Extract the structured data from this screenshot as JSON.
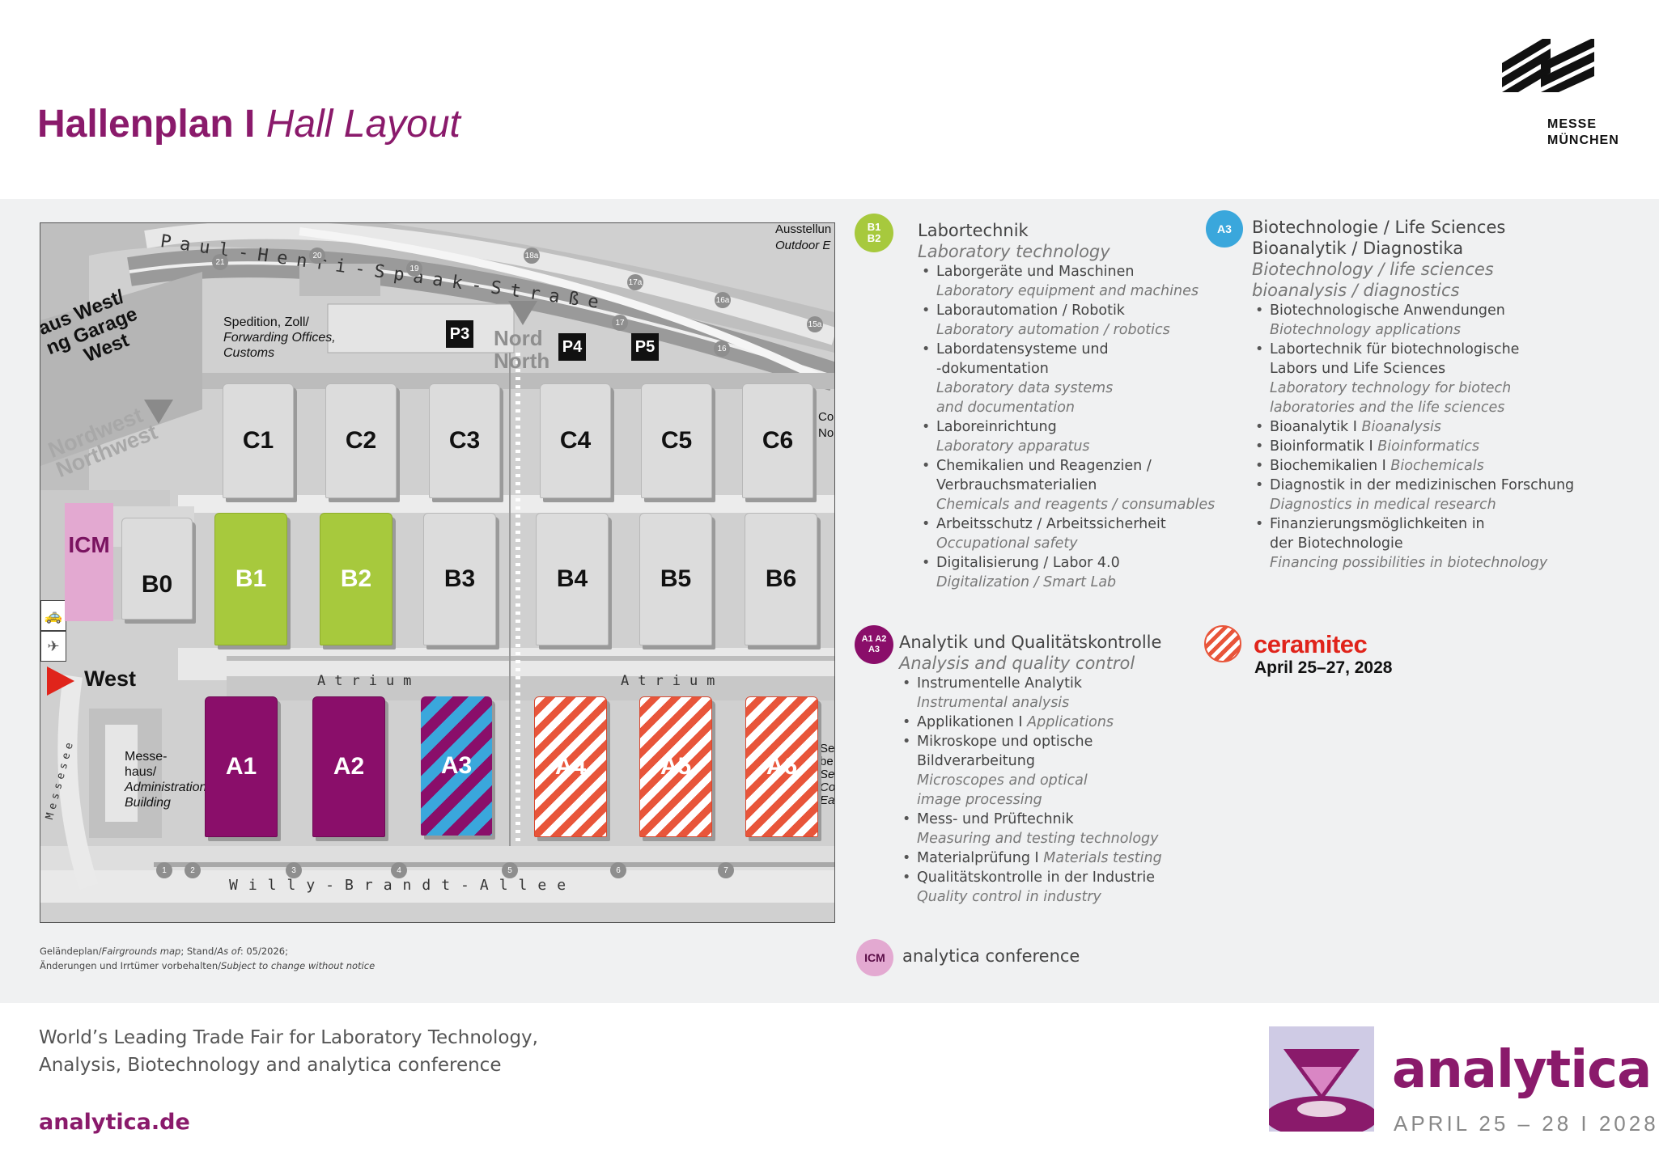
{
  "header": {
    "title_de": "Hallenplan",
    "title_sep": " I ",
    "title_en": "Hall Layout",
    "logo_line1": "MESSE",
    "logo_line2": "MÜNCHEN"
  },
  "map": {
    "streets": {
      "north": "Paul-Henri-Spaak-Straße",
      "south": "Willy-Brandt-Allee",
      "west": "Messesee",
      "atrium": "Atrium"
    },
    "labels": {
      "spedition_de": "Spedition, Zoll/",
      "spedition_en1": "Forwarding Offices,",
      "spedition_en2": "Customs",
      "nord": "Nord",
      "north": "North",
      "parkhaus1": "aus West/",
      "parkhaus2": "ng Garage",
      "parkhaus3": "West",
      "nordwest": "Nordwest",
      "northwest": "Northwest",
      "west": "West",
      "messehaus1": "Messe-",
      "messehaus2": "haus/",
      "admin1": "Administration",
      "admin2": "Building",
      "ausstellung": "Ausstellun",
      "outdoor": "Outdoor E",
      "co": "Co",
      "no": "No",
      "se1": "Se",
      "se2": "be",
      "se3": "Se",
      "se4": "Co",
      "se5": "Ea"
    },
    "parking": [
      "P3",
      "P4",
      "P5"
    ],
    "gates_north": [
      "21",
      "20",
      "19",
      "18a",
      "17a",
      "17",
      "16a",
      "16",
      "15a"
    ],
    "gates_south": [
      "1",
      "2",
      "3",
      "4",
      "5",
      "6",
      "7"
    ],
    "halls_c": [
      "C1",
      "C2",
      "C3",
      "C4",
      "C5",
      "C6"
    ],
    "halls_b": [
      "B0",
      "B1",
      "B2",
      "B3",
      "B4",
      "B5",
      "B6"
    ],
    "halls_a": [
      "A1",
      "A2",
      "A3",
      "A4",
      "A5",
      "A6"
    ],
    "icm": "ICM",
    "colors": {
      "labortechnik": "#a7c93d",
      "analytik": "#8a0e6a",
      "biotech": "#3aa7dc",
      "ceramitec": "#e8553a",
      "icm": "#e3a9d1"
    }
  },
  "legend": {
    "labortechnik": {
      "badge1": "B1",
      "badge2": "B2",
      "title_de": "Labortechnik",
      "title_en": "Laboratory technology",
      "items": [
        {
          "de": "Laborgeräte und Maschinen",
          "en": "Laboratory equipment and machines"
        },
        {
          "de": "Laborautomation / Robotik",
          "en": "Laboratory automation / robotics"
        },
        {
          "de": "Labordatensysteme und",
          "de2": "-dokumentation",
          "en": "Laboratory data systems",
          "en2": "and documentation"
        },
        {
          "de": "Laboreinrichtung",
          "en": "Laboratory apparatus"
        },
        {
          "de": "Chemikalien und Reagenzien /",
          "de2": "Verbrauchsmaterialien",
          "en": "Chemicals and reagents / consumables"
        },
        {
          "de": "Arbeitsschutz / Arbeitssicherheit",
          "en": "Occupational safety"
        },
        {
          "de": "Digitalisierung / Labor 4.0",
          "en": "Digitalization / Smart Lab"
        }
      ]
    },
    "biotech": {
      "badge": "A3",
      "title_de1": "Biotechnologie / Life Sciences",
      "title_de2": "Bioanalytik / Diagnostika",
      "title_en1": "Biotechnology / life sciences",
      "title_en2": "bioanalysis / diagnostics",
      "items": [
        {
          "de": "Biotechnologische Anwendungen",
          "en": "Biotechnology applications"
        },
        {
          "de": "Labortechnik für biotechnologische",
          "de2": "Labors und Life Sciences",
          "en": "Laboratory technology for biotech",
          "en2": "laboratories and the life sciences"
        },
        {
          "de": "Bioanalytik",
          "en_inline": "Bioanalysis"
        },
        {
          "de": "Bioinformatik",
          "en_inline": "Bioinformatics"
        },
        {
          "de": "Biochemikalien",
          "en_inline": "Biochemicals"
        },
        {
          "de": "Diagnostik in der medizinischen Forschung",
          "en": "Diagnostics in medical research"
        },
        {
          "de": "Finanzierungsmöglichkeiten in",
          "de2": "der Biotechnologie",
          "en": "Financing possibilities in biotechnology"
        }
      ]
    },
    "analytik": {
      "badge1": "A1 A2",
      "badge2": "A3",
      "title_de": "Analytik und Qualitätskontrolle",
      "title_en": "Analysis and quality control",
      "items": [
        {
          "de": "Instrumentelle Analytik",
          "en": "Instrumental analysis"
        },
        {
          "de": "Applikationen",
          "en_inline": "Applications"
        },
        {
          "de": "Mikroskope und optische",
          "de2": "Bildverarbeitung",
          "en": "Microscopes and optical",
          "en2": "image processing"
        },
        {
          "de": "Mess- und Prüftechnik",
          "en": "Measuring and testing technology"
        },
        {
          "de": "Materialprüfung",
          "en_inline": "Materials testing"
        },
        {
          "de": "Qualitätskontrolle in der Industrie",
          "en": "Quality control in industry"
        }
      ]
    },
    "ceramitec": {
      "brand": "ceramitec",
      "date": "April 25–27, 2028"
    },
    "icm": {
      "badge": "ICM",
      "label": "analytica conference"
    }
  },
  "note": {
    "line1_de": "Geländeplan/",
    "line1_en": "Fairgrounds map",
    "line1_de2": "; Stand/",
    "line1_en2": "As of",
    "line1_rest": ": 05/2026;",
    "line2_de": "Änderungen und Irrtümer vorbehalten/",
    "line2_en": "Subject to change without notice"
  },
  "footer": {
    "line1": "World’s Leading Trade Fair for Laboratory Technology,",
    "line2": "Analysis, Biotechnology and analytica conference",
    "url": "analytica.de",
    "brand": "analytica",
    "date": "APRIL 25 – 28 I 2028"
  }
}
